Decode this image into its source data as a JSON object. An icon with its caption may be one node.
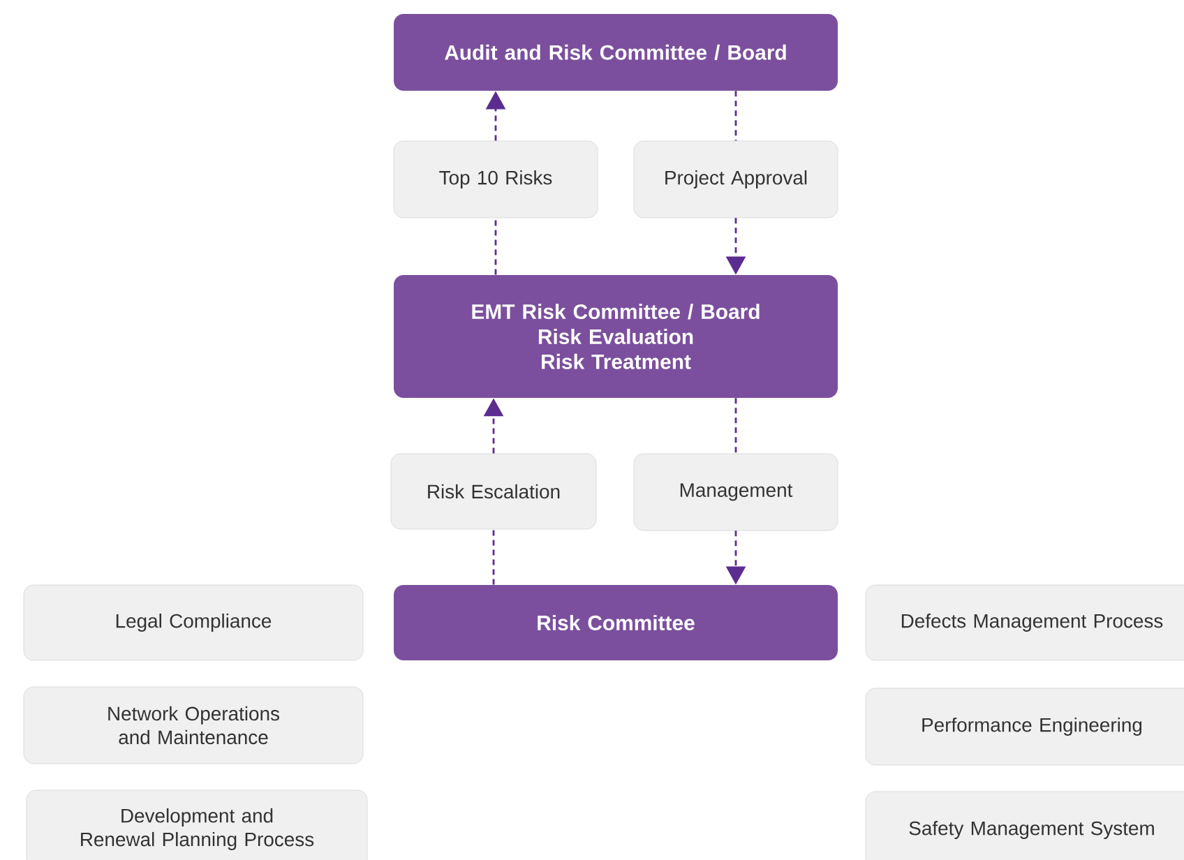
{
  "diagram": {
    "nodes": [
      {
        "text": [
          "Audit and Risk Committee / Board"
        ]
      },
      {
        "text": [
          "Top 10 Risks"
        ]
      },
      {
        "text": [
          "Project Approval"
        ]
      },
      {
        "text": [
          "EMT Risk Committee / Board",
          "Risk Evaluation",
          "Risk Treatment"
        ]
      },
      {
        "text": [
          "Risk Escalation"
        ]
      },
      {
        "text": [
          "Management"
        ]
      },
      {
        "text": [
          "Risk Committee"
        ]
      },
      {
        "text": [
          "Legal Compliance"
        ]
      },
      {
        "text": [
          "Network Operations and Maintenance"
        ]
      },
      {
        "text": [
          "Development and Renewal Planning Process"
        ]
      },
      {
        "text": [
          "Defects Management Process"
        ]
      },
      {
        "text": [
          "Performance Engineering"
        ]
      },
      {
        "text": [
          "Safety Management System"
        ]
      }
    ],
    "edges": [
      {
        "from": 3,
        "to": 1,
        "arrow": "none",
        "style": "dashed"
      },
      {
        "from": 1,
        "to": 0,
        "arrow": "to",
        "style": "dashed"
      },
      {
        "from": 0,
        "to": 2,
        "arrow": "none",
        "style": "dashed"
      },
      {
        "from": 2,
        "to": 3,
        "arrow": "to",
        "style": "dashed"
      },
      {
        "from": 6,
        "to": 4,
        "arrow": "none",
        "style": "dashed"
      },
      {
        "from": 4,
        "to": 3,
        "arrow": "to",
        "style": "dashed"
      },
      {
        "from": 3,
        "to": 5,
        "arrow": "none",
        "style": "dashed"
      },
      {
        "from": 5,
        "to": 6,
        "arrow": "to",
        "style": "dashed"
      }
    ]
  }
}
